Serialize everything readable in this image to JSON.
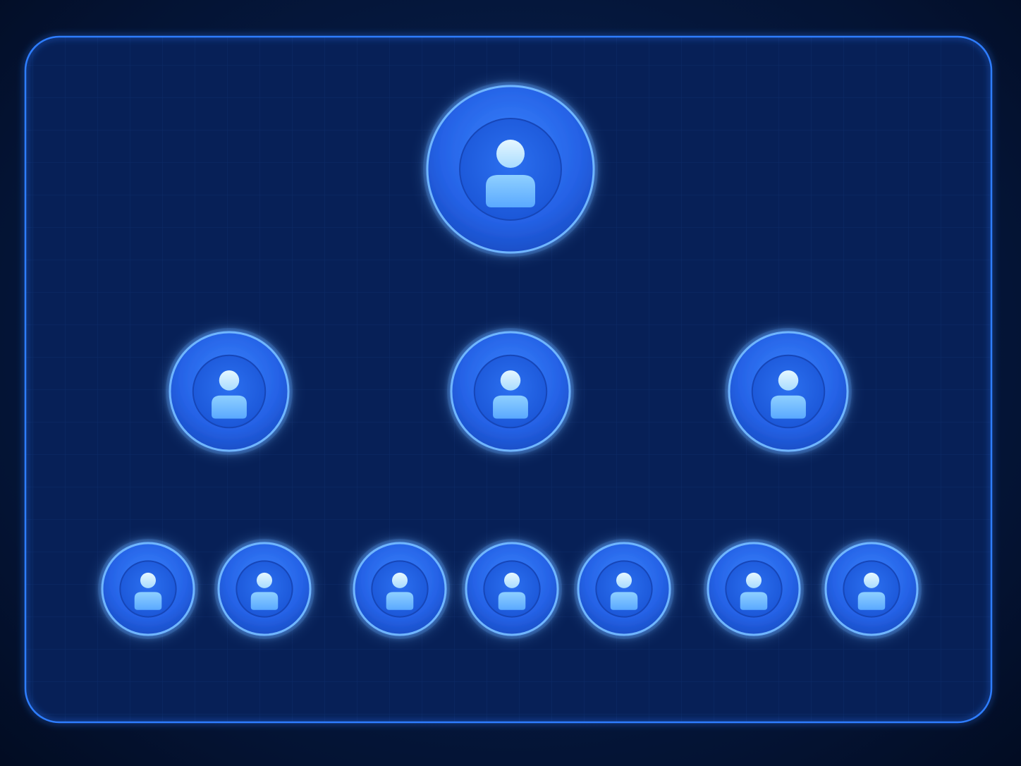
{
  "colors": {
    "background": "#041333",
    "panel_fill": "#072057",
    "panel_border": "#2f7dff",
    "connector": "#4db8ff",
    "node_outer": "#2a6cf0",
    "node_ring": "#6fb6ff",
    "node_inner": "#1f5fe0",
    "person_head": "#cfeeff",
    "person_body": "#7cc4ff"
  },
  "icon": "person-icon",
  "org_chart": {
    "levels": 3,
    "root": {
      "id": "root",
      "icon": "person-icon",
      "children": [
        {
          "id": "manager-1",
          "icon": "person-icon",
          "children": [
            {
              "id": "member-1-1",
              "icon": "person-icon"
            },
            {
              "id": "member-1-2",
              "icon": "person-icon"
            }
          ]
        },
        {
          "id": "manager-2",
          "icon": "person-icon",
          "children": [
            {
              "id": "member-2-1",
              "icon": "person-icon"
            },
            {
              "id": "member-2-2",
              "icon": "person-icon"
            },
            {
              "id": "member-2-3",
              "icon": "person-icon"
            }
          ]
        },
        {
          "id": "manager-3",
          "icon": "person-icon",
          "children": [
            {
              "id": "member-3-1",
              "icon": "person-icon"
            },
            {
              "id": "member-3-2",
              "icon": "person-icon"
            }
          ]
        }
      ]
    }
  }
}
